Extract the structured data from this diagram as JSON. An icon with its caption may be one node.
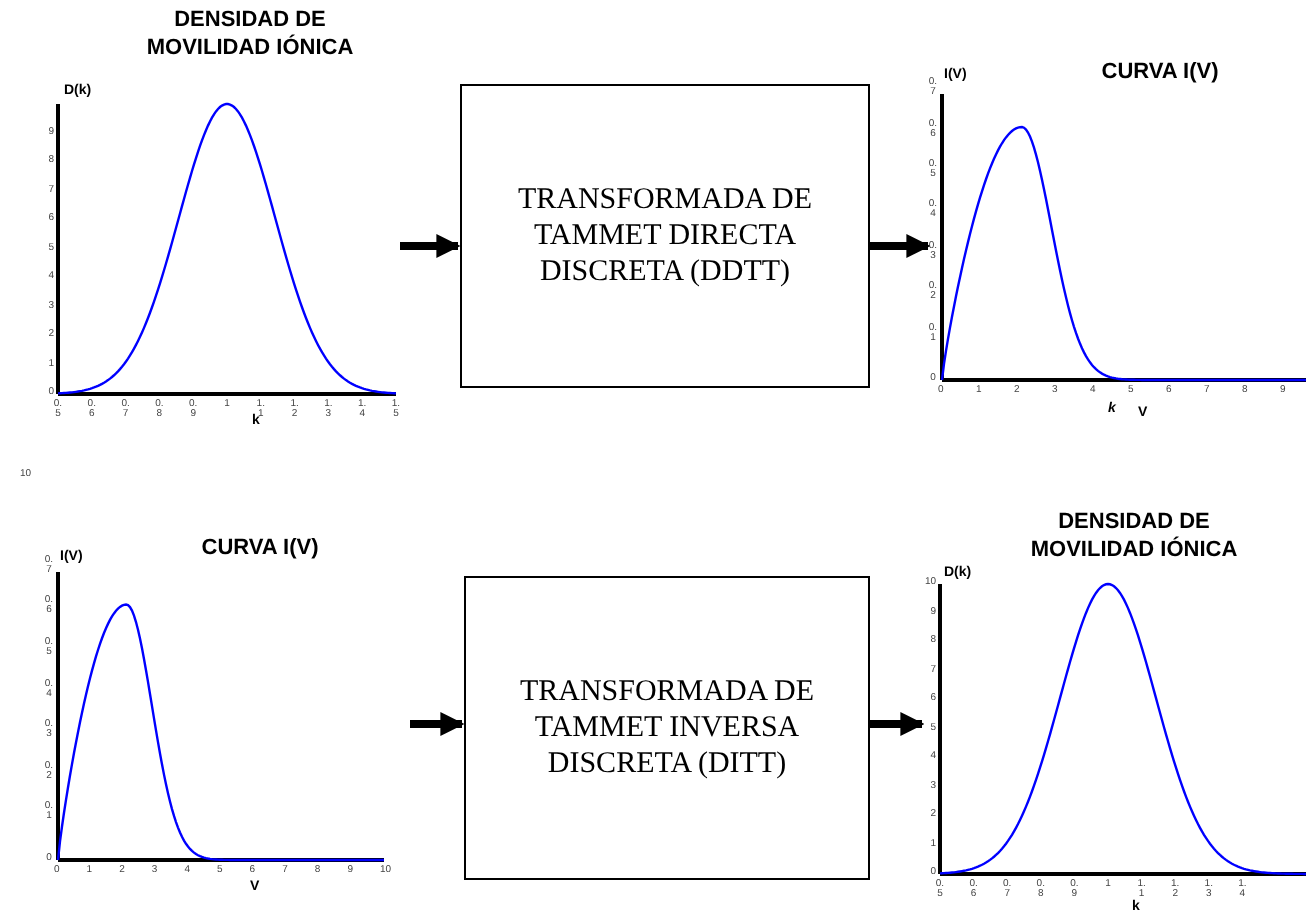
{
  "diagram": {
    "nodes": [
      {
        "text": [
          "DENSIDAD DE MOVILIDAD IÓNICA"
        ]
      },
      {
        "text": [
          "TRANSFORMADA DE TAMMET DIRECTA DISCRETA (DDTT)"
        ]
      },
      {
        "text": [
          "CURVA I(V)"
        ]
      },
      {
        "text": [
          "CURVA I(V)"
        ]
      },
      {
        "text": [
          "TRANSFORMADA DE TAMMET INVERSA DISCRETA (DITT)"
        ]
      },
      {
        "text": [
          "DENSIDAD DE MOVILIDAD IÓNICA"
        ]
      }
    ],
    "edges": [
      {
        "from": 0,
        "to": 1,
        "arrow": "to"
      },
      {
        "from": 1,
        "to": 2,
        "arrow": "to"
      },
      {
        "from": 3,
        "to": 4,
        "arrow": "to"
      },
      {
        "from": 4,
        "to": 5,
        "arrow": "to"
      }
    ],
    "labels": [
      "D(k)",
      "0",
      "1",
      "2",
      "3",
      "4",
      "5",
      "6",
      "7",
      "8",
      "9",
      "0.5",
      "0.6",
      "0.7",
      "0.8",
      "0.9",
      "1",
      "1.1",
      "1.2",
      "1.3",
      "1.4",
      "1.5",
      "k",
      "I(V)",
      "0",
      "0.1",
      "0.2",
      "0.3",
      "0.4",
      "0.5",
      "0.6",
      "0.7",
      "0",
      "1",
      "2",
      "3",
      "4",
      "5",
      "6",
      "7",
      "8",
      "9",
      "k",
      "V",
      "10",
      "I(V)",
      "0",
      "0.1",
      "0.2",
      "0.3",
      "0.4",
      "0.5",
      "0.6",
      "0.7",
      "0",
      "1",
      "2",
      "3",
      "4",
      "5",
      "6",
      "7",
      "8",
      "9",
      "10",
      "V",
      "D(k)",
      "0",
      "1",
      "2",
      "3",
      "4",
      "5",
      "6",
      "7",
      "8",
      "9",
      "10",
      "0.5",
      "0.6",
      "0.7",
      "0.8",
      "0.9",
      "1",
      "1.1",
      "1.2",
      "1.3",
      "1.4",
      "k"
    ]
  }
}
